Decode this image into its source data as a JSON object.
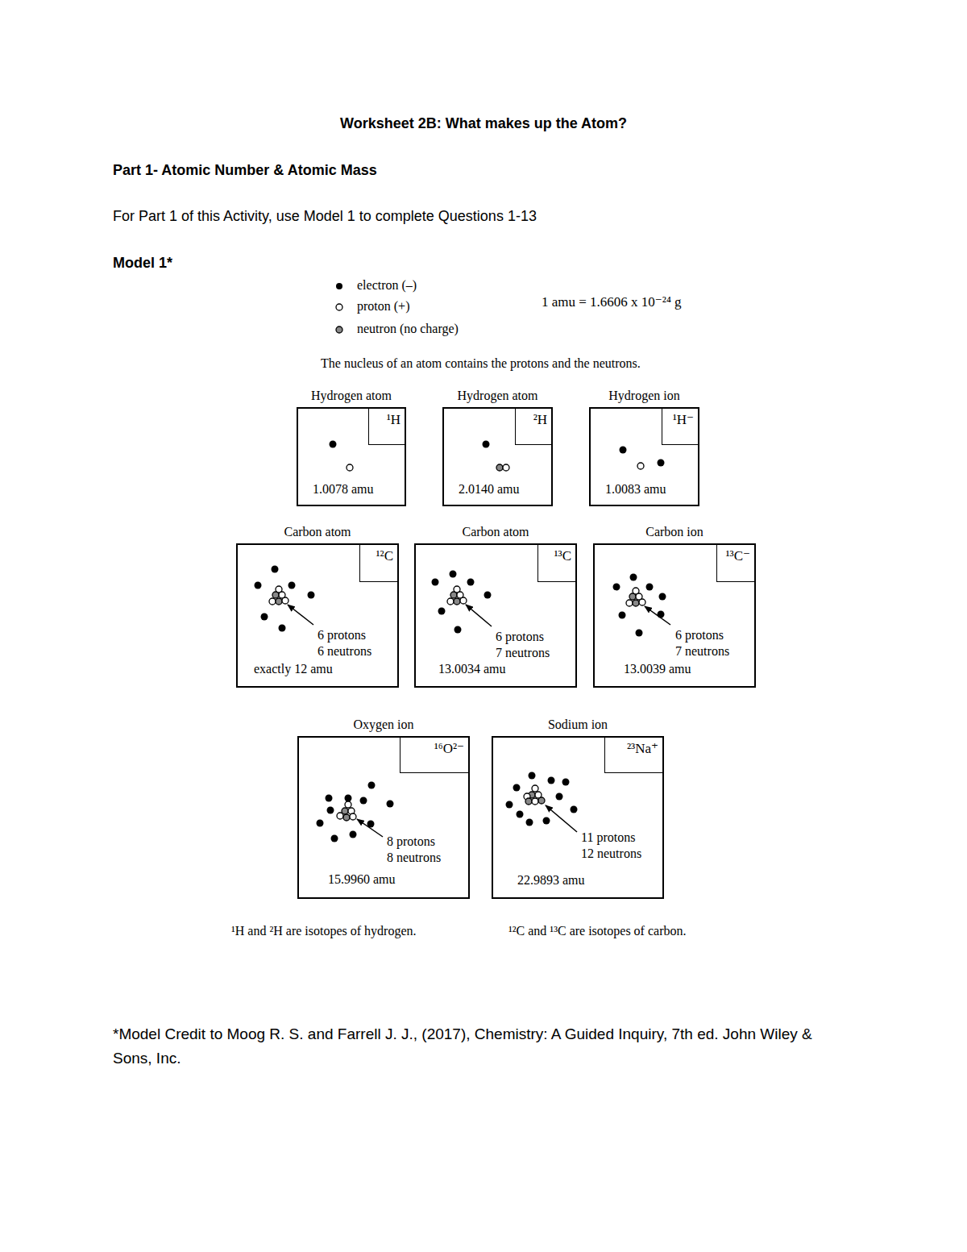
{
  "diagram": {
    "title": "Worksheet 2B: What makes up the Atom?",
    "nodes": [
      {
        "text": [
          "Hydrogen atom",
          "¹H",
          "1.0078 amu"
        ]
      },
      {
        "text": [
          "Hydrogen atom",
          "²H",
          "2.0140 amu"
        ]
      },
      {
        "text": [
          "Hydrogen ion",
          "¹H⁻",
          "1.0083 amu"
        ]
      },
      {
        "text": [
          "Carbon atom",
          "¹²C",
          "6 protons 6 neutrons",
          "exactly 12 amu"
        ]
      },
      {
        "text": [
          "Carbon atom",
          "¹³C",
          "6 protons 7 neutrons",
          "13.0034 amu"
        ]
      },
      {
        "text": [
          "Carbon ion",
          "¹³C⁻",
          "6 protons 7 neutrons",
          "13.0039 amu"
        ]
      },
      {
        "text": [
          "Oxygen ion",
          "¹⁶O²⁻",
          "8 protons 8 neutrons",
          "15.9960 amu"
        ]
      },
      {
        "text": [
          "Sodium ion",
          "²³Na⁺",
          "11 protons 12 neutrons",
          "22.9893 amu"
        ]
      }
    ],
    "labels": [
      "Part 1- Atomic Number & Atomic Mass",
      "For Part 1 of this Activity, use Model 1 to complete Questions 1-13",
      "Model 1*",
      "1 amu = 1.6606 x 10⁻²⁴ g",
      "The nucleus of an atom contains the protons and the neutrons.",
      "¹H and ²H are isotopes of hydrogen.",
      "¹²C and ¹³C are isotopes of carbon.",
      "*Model Credit to Moog R. S. and Farrell J. J., (2017), Chemistry: A Guided Inquiry, 7th ed. John Wiley & Sons, Inc."
    ],
    "legend": [
      {
        "text": "electron (–)"
      },
      {
        "text": "proton (+)"
      },
      {
        "text": "neutron (no charge)"
      }
    ]
  }
}
